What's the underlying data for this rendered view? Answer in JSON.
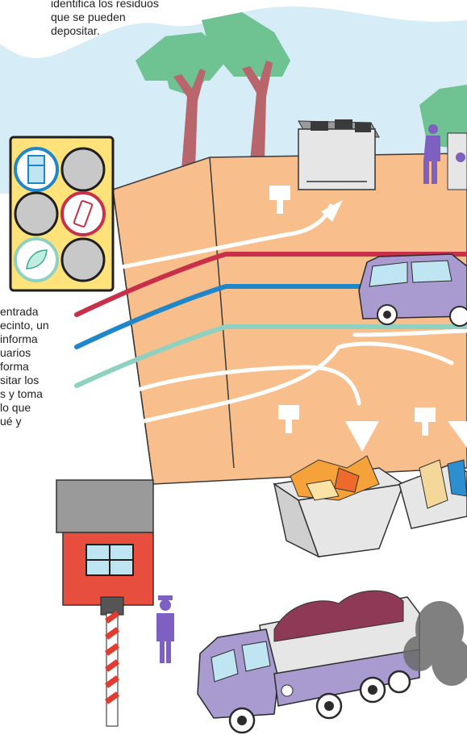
{
  "captions": {
    "top": [
      "identifica los residuos",
      "que se pueden",
      "depositar."
    ],
    "left": [
      "entrada",
      "ecinto, un",
      "informa",
      "uarios",
      "forma",
      "sitar los",
      "s y toma",
      "lo que",
      "ué y"
    ]
  },
  "sign_icons": [
    "fridge-icon",
    "empty-slot",
    "empty-slot",
    "battery-icon",
    "leaf-icon",
    "empty-slot"
  ],
  "colors": {
    "sky": "#d6ecf7",
    "ground": "#f8bf8d",
    "lane_red": "#c8304a",
    "lane_blue": "#1f86c9",
    "lane_green": "#8fd1c0",
    "trees": "#6fc291",
    "trunks": "#b8656b",
    "truck": "#a99ad0",
    "cargo": "#8e3a56",
    "booth": "#e84e3e"
  }
}
